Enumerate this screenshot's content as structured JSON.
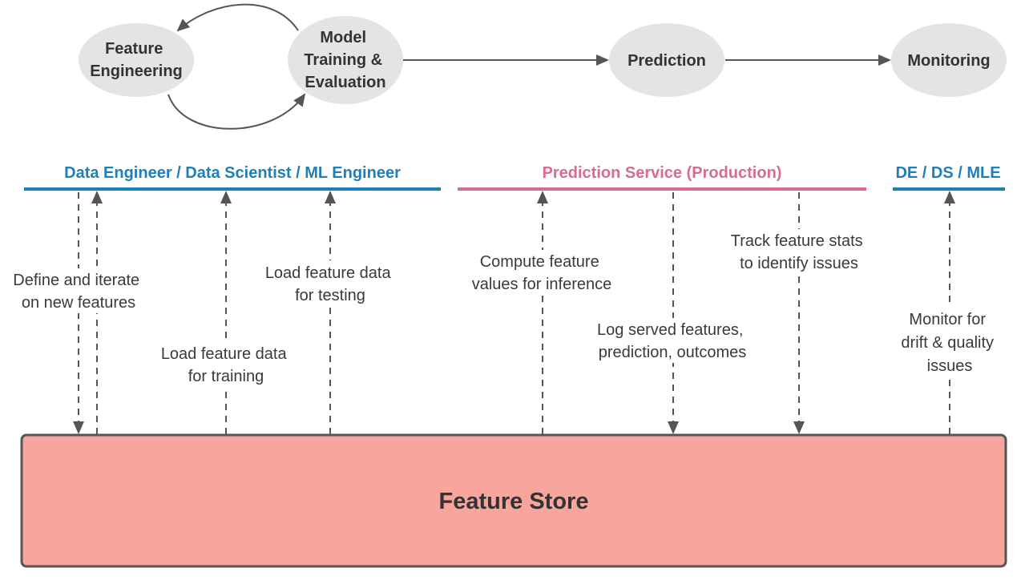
{
  "pipeline": {
    "nodes": {
      "feature_engineering": [
        "Feature",
        "Engineering"
      ],
      "model_training": [
        "Model",
        "Training &",
        "Evaluation"
      ],
      "prediction": [
        "Prediction"
      ],
      "monitoring": [
        "Monitoring"
      ]
    },
    "node_color": "#e4e4e4"
  },
  "roles": {
    "builders": {
      "label": "Data Engineer / Data Scientist / ML Engineer",
      "color": "#1f7fb8"
    },
    "serving": {
      "label": "Prediction Service (Production)",
      "color": "#d96b8f"
    },
    "monitors": {
      "label": "DE / DS / MLE",
      "color": "#1f7fb8"
    }
  },
  "flows": {
    "define_iterate": [
      "Define and iterate",
      "on new features"
    ],
    "load_training": [
      "Load feature data",
      "for training"
    ],
    "load_testing": [
      "Load feature data",
      "for testing"
    ],
    "compute_inference": [
      "Compute feature",
      "values for inference"
    ],
    "log_served": [
      "Log served features,",
      "prediction, outcomes"
    ],
    "track_stats": [
      "Track feature stats",
      "to identify issues"
    ],
    "monitor_drift": [
      "Monitor for",
      "drift & quality",
      "issues"
    ]
  },
  "feature_store": {
    "label": "Feature Store",
    "fill": "#f7a59d",
    "border": "#555555"
  }
}
